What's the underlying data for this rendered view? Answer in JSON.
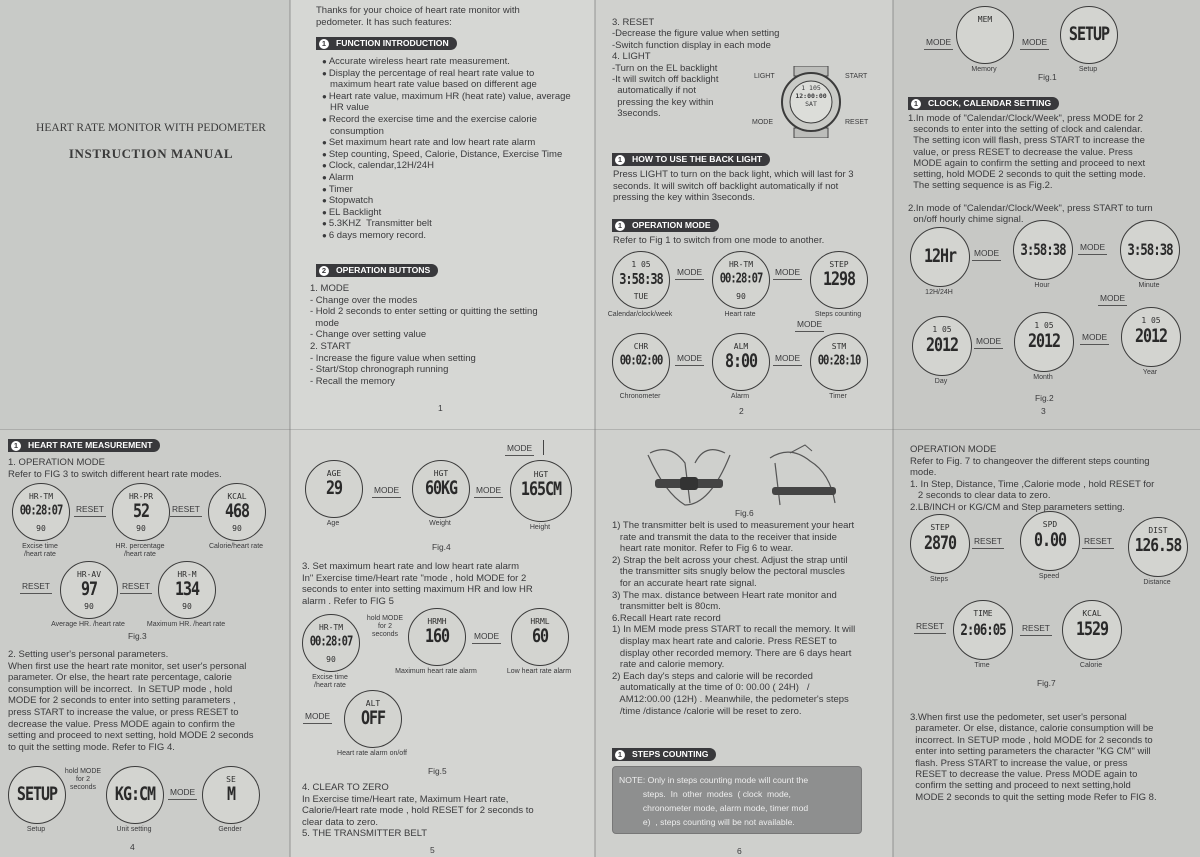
{
  "cover": {
    "title": "HEART RATE MONITOR WITH PEDOMETER",
    "subtitle": "INSTRUCTION MANUAL"
  },
  "page1": {
    "intro": [
      "Thanks for your choice of heart rate monitor with",
      "pedometer. It has such features:"
    ],
    "section_function": "FUNCTION INTRODUCTION",
    "features": [
      "Accurate wireless heart rate measurement.",
      "Display the percentage of real heart rate value to",
      "maximum heart rate value based on different age",
      "Heart rate value, maximum HR (heat rate) value, average",
      "HR value",
      "Record the exercise time and the exercise calorie",
      "consumption",
      "Set maximum heart rate and low heart rate alarm",
      "Step counting, Speed, Calorie, Distance, Exercise Time",
      "Clock, calendar,12H/24H",
      "Alarm",
      "Timer",
      "Stopwatch",
      "EL Backlight",
      "5.3KHZ  Transmitter belt",
      "6 days memory record."
    ],
    "section_buttons": "OPERATION BUTTONS",
    "buttons": [
      "1. MODE",
      "- Change over the modes",
      "- Hold 2 seconds to enter setting or quitting the setting",
      "  mode",
      "- Change over setting value",
      "2. START",
      "- Increase the figure value when setting",
      "- Start/Stop chronograph running",
      "- Recall the memory"
    ],
    "page_number": "1"
  },
  "page2": {
    "reset_light": [
      "3. RESET",
      "-Decrease the figure value when setting",
      "-Switch function display in each mode",
      "4. LIGHT",
      "-Turn on the EL backlight",
      "-It will switch off backlight",
      "  automatically if not",
      "  pressing the key within",
      "  3seconds."
    ],
    "watch_labels": {
      "light": "LIGHT",
      "start": "START",
      "mode": "MODE",
      "reset": "RESET"
    },
    "watch_face": {
      "top": "1 105",
      "main": "12:00:00",
      "bottom": "SAT"
    },
    "section_backlight": "HOW TO USE THE BACK LIGHT",
    "backlight": [
      "Press LIGHT to turn on the back light, which will last for 3",
      "seconds. It will switch off backlight automatically if not",
      "pressing the key within 3seconds."
    ],
    "section_mode": "OPERATION MODE",
    "mode_intro": "Refer to Fig 1 to switch from one mode to another.",
    "faces": [
      {
        "top": "1 05",
        "main": "3:58:38",
        "bottom": "TUE",
        "caption": "Calendar/clock/week"
      },
      {
        "top": "HR-TM",
        "main": "00:28:07",
        "bottom": "90",
        "caption": "Heart rate"
      },
      {
        "top": "STEP",
        "main": "1298",
        "bottom": "",
        "caption": "Steps counting"
      },
      {
        "top": "CHR",
        "main": "00:02:00",
        "bottom": "",
        "caption": "Chronometer"
      },
      {
        "top": "ALM",
        "main": "8:00",
        "bottom": "",
        "caption": "Alarm"
      },
      {
        "top": "STM",
        "main": "00:28:10",
        "bottom": "",
        "caption": "Timer"
      }
    ],
    "mode_label": "MODE",
    "page_number": "2"
  },
  "page3": {
    "top_faces": [
      {
        "top": "MEM",
        "main": "",
        "caption": "Memory"
      },
      {
        "top": "",
        "main": "SETUP",
        "caption": "Setup"
      }
    ],
    "mode_label": "MODE",
    "fig1": "Fig.1",
    "section_clock": "CLOCK, CALENDAR SETTING",
    "clock_text": [
      "1.In mode of \"Calendar/Clock/Week\", press MODE for 2",
      "  seconds to enter into the setting of clock and calendar.",
      "  The setting icon will flash, press START to increase the",
      "  value, or press RESET to decrease the value. Press",
      "  MODE again to confirm the setting and proceed to next",
      "  setting, hold MODE 2 seconds to quit the setting mode.",
      "  The setting sequence is as Fig.2.",
      "",
      "2.In mode of \"Calendar/Clock/Week\", press START to turn",
      "  on/off hourly chime signal."
    ],
    "faces": [
      {
        "main": "12Hr",
        "caption": "12H/24H"
      },
      {
        "main": "3:58:38",
        "caption": "Hour"
      },
      {
        "main": "3:58:38",
        "caption": "Minute"
      },
      {
        "top": "1 05",
        "main": "2012",
        "caption": "Day"
      },
      {
        "top": "1 05",
        "main": "2012",
        "caption": "Month"
      },
      {
        "top": "1 05",
        "main": "2012",
        "caption": "Year"
      }
    ],
    "fig2": "Fig.2",
    "page_number": "3"
  },
  "page4": {
    "section_hr": "HEART RATE MEASUREMENT",
    "op_mode": [
      "1. OPERATION MODE",
      "Refer to FIG 3 to switch different heart rate modes."
    ],
    "faces": [
      {
        "top": "HR-TM",
        "main": "00:28:07",
        "bottom": "90",
        "caption": "Excise time\n/heart rate"
      },
      {
        "top": "HR-PR",
        "main": "52",
        "bottom": "90",
        "caption": "HR. percentage\n/heart rate"
      },
      {
        "top": "KCAL",
        "main": "468",
        "bottom": "90",
        "caption": "Calorie/heart rate"
      },
      {
        "top": "HR-AV",
        "main": "97",
        "bottom": "90",
        "caption": "Average HR. /heart rate"
      },
      {
        "top": "HR-M",
        "main": "134",
        "bottom": "90",
        "caption": "Maximum HR. /heart rate"
      }
    ],
    "reset_label": "RESET",
    "fig3": "Fig.3",
    "setting_text": [
      "2. Setting user's personal parameters.",
      "When first use the heart rate monitor, set user's personal",
      "parameter. Or else, the heart rate percentage, calorie",
      "consumption will be incorrect.  In SETUP mode , hold",
      "MODE for 2 seconds to enter into setting parameters ,",
      "press START to increase the value, or press RESET to",
      "decrease the value. Press MODE again to confirm the",
      "setting and proceed to next setting, hold MODE 2 seconds",
      "to quit the setting mode. Refer to FIG 4."
    ],
    "hold_note": "hold MODE\nfor 2\nseconds",
    "bottom_faces": [
      {
        "main": "SETUP",
        "caption": "Setup"
      },
      {
        "main": "KG:CM",
        "caption": "Unit setting"
      },
      {
        "top": "SE",
        "main": "M",
        "caption": "Gender"
      }
    ],
    "mode_label": "MODE",
    "page_number": "4"
  },
  "page5": {
    "mode_label": "MODE",
    "faces": [
      {
        "top": "AGE",
        "main": "29",
        "caption": "Age"
      },
      {
        "top": "HGT",
        "main": "60KG",
        "caption": "Weight"
      },
      {
        "top": "HGT",
        "main": "165CM",
        "caption": "Height"
      }
    ],
    "fig4": "Fig.4",
    "set_max_text": [
      "3. Set maximum heart rate and low heart rate alarm",
      "In\" Exercise time/Heart rate \"mode , hold MODE for 2",
      "seconds to enter into setting maximum HR and low HR",
      "alarm . Refer to FIG 5"
    ],
    "alarm_faces": [
      {
        "top": "HR-TM",
        "main": "00:28:07",
        "bottom": "90",
        "caption": "Excise time\n/heart rate"
      },
      {
        "top": "HRMH",
        "main": "160",
        "caption": "Maximum heart rate alarm"
      },
      {
        "top": "HRML",
        "main": "60",
        "caption": "Low heart rate alarm"
      },
      {
        "top": "ALT",
        "main": "OFF",
        "caption": "Heart rate alarm on/off"
      }
    ],
    "hold_note": "hold MODE\nfor 2\nseconds",
    "fig5": "Fig.5",
    "clear_text": [
      "4. CLEAR TO ZERO",
      "In Exercise time/Heart rate, Maximum Heart rate,",
      "Calorie/Heart rate mode , hold RESET for 2 seconds to",
      "clear data to zero.",
      "5. THE TRANSMITTER BELT"
    ],
    "page_number": "5"
  },
  "page6": {
    "fig6": "Fig.6",
    "belt_text": [
      "1) The transmitter belt is used to measurement your heart",
      "   rate and transmit the data to the receiver that inside",
      "   heart rate monitor. Refer to Fig 6 to wear.",
      "2) Strap the belt across your chest. Adjust the strap until",
      "   the transmitter sits snugly below the pectoral muscles",
      "   for an accurate heart rate signal.",
      "3) The max. distance between Heart rate monitor and",
      "   transmitter belt is 80cm.",
      "6.Recall Heart rate record",
      "1) In MEM mode press START to recall the memory. It will",
      "   display max heart rate and calorie. Press RESET to",
      "   display other recorded memory. There are 6 days heart",
      "   rate and calorie memory.",
      "2) Each day's steps and calorie will be recorded",
      "   automatically at the time of 0: 00.00 ( 24H)   /",
      "   AM12:00.00 (12H) . Meanwhile, the pedometer's steps",
      "   /time /distance /calorie will be reset to zero."
    ],
    "section_steps": "STEPS COUNTING",
    "note": [
      "NOTE: Only in steps counting mode will count the",
      "          steps.  In  other  modes  ( clock  mode,",
      "          chronometer mode, alarm mode, timer mod",
      "          e)  , steps counting will be not available."
    ],
    "page_number": "6"
  },
  "page7": {
    "op_text": [
      "OPERATION MODE",
      "Refer to Fig. 7 to changeover the different steps counting",
      "mode.",
      "1. In Step, Distance, Time ,Calorie mode , hold RESET for",
      "   2 seconds to clear data to zero.",
      "2.LB/INCH or KG/CM and Step parameters setting."
    ],
    "faces": [
      {
        "top": "STEP",
        "main": "2870",
        "caption": "Steps"
      },
      {
        "top": "SPD",
        "main": "0.00",
        "caption": "Speed"
      },
      {
        "top": "DIST",
        "main": "126.58",
        "caption": "Distance"
      },
      {
        "top": "TIME",
        "main": "2:06:05",
        "caption": "Time"
      },
      {
        "top": "KCAL",
        "main": "1529",
        "caption": "Calorie"
      }
    ],
    "reset_label": "RESET",
    "fig7": "Fig.7",
    "pedometer_text": [
      "3.When first use the pedometer, set user's personal",
      "  parameter. Or else, distance, calorie consumption will be",
      "  incorrect. In SETUP mode , hold MODE for 2 seconds to",
      "  enter into setting parameters the character \"KG CM\" will",
      "  flash. Press START to increase the value, or press",
      "  RESET to decrease the value. Press MODE again to",
      "  confirm the setting and proceed to next setting,hold",
      "  MODE 2 seconds to quit the setting mode Refer to FIG 8."
    ]
  }
}
